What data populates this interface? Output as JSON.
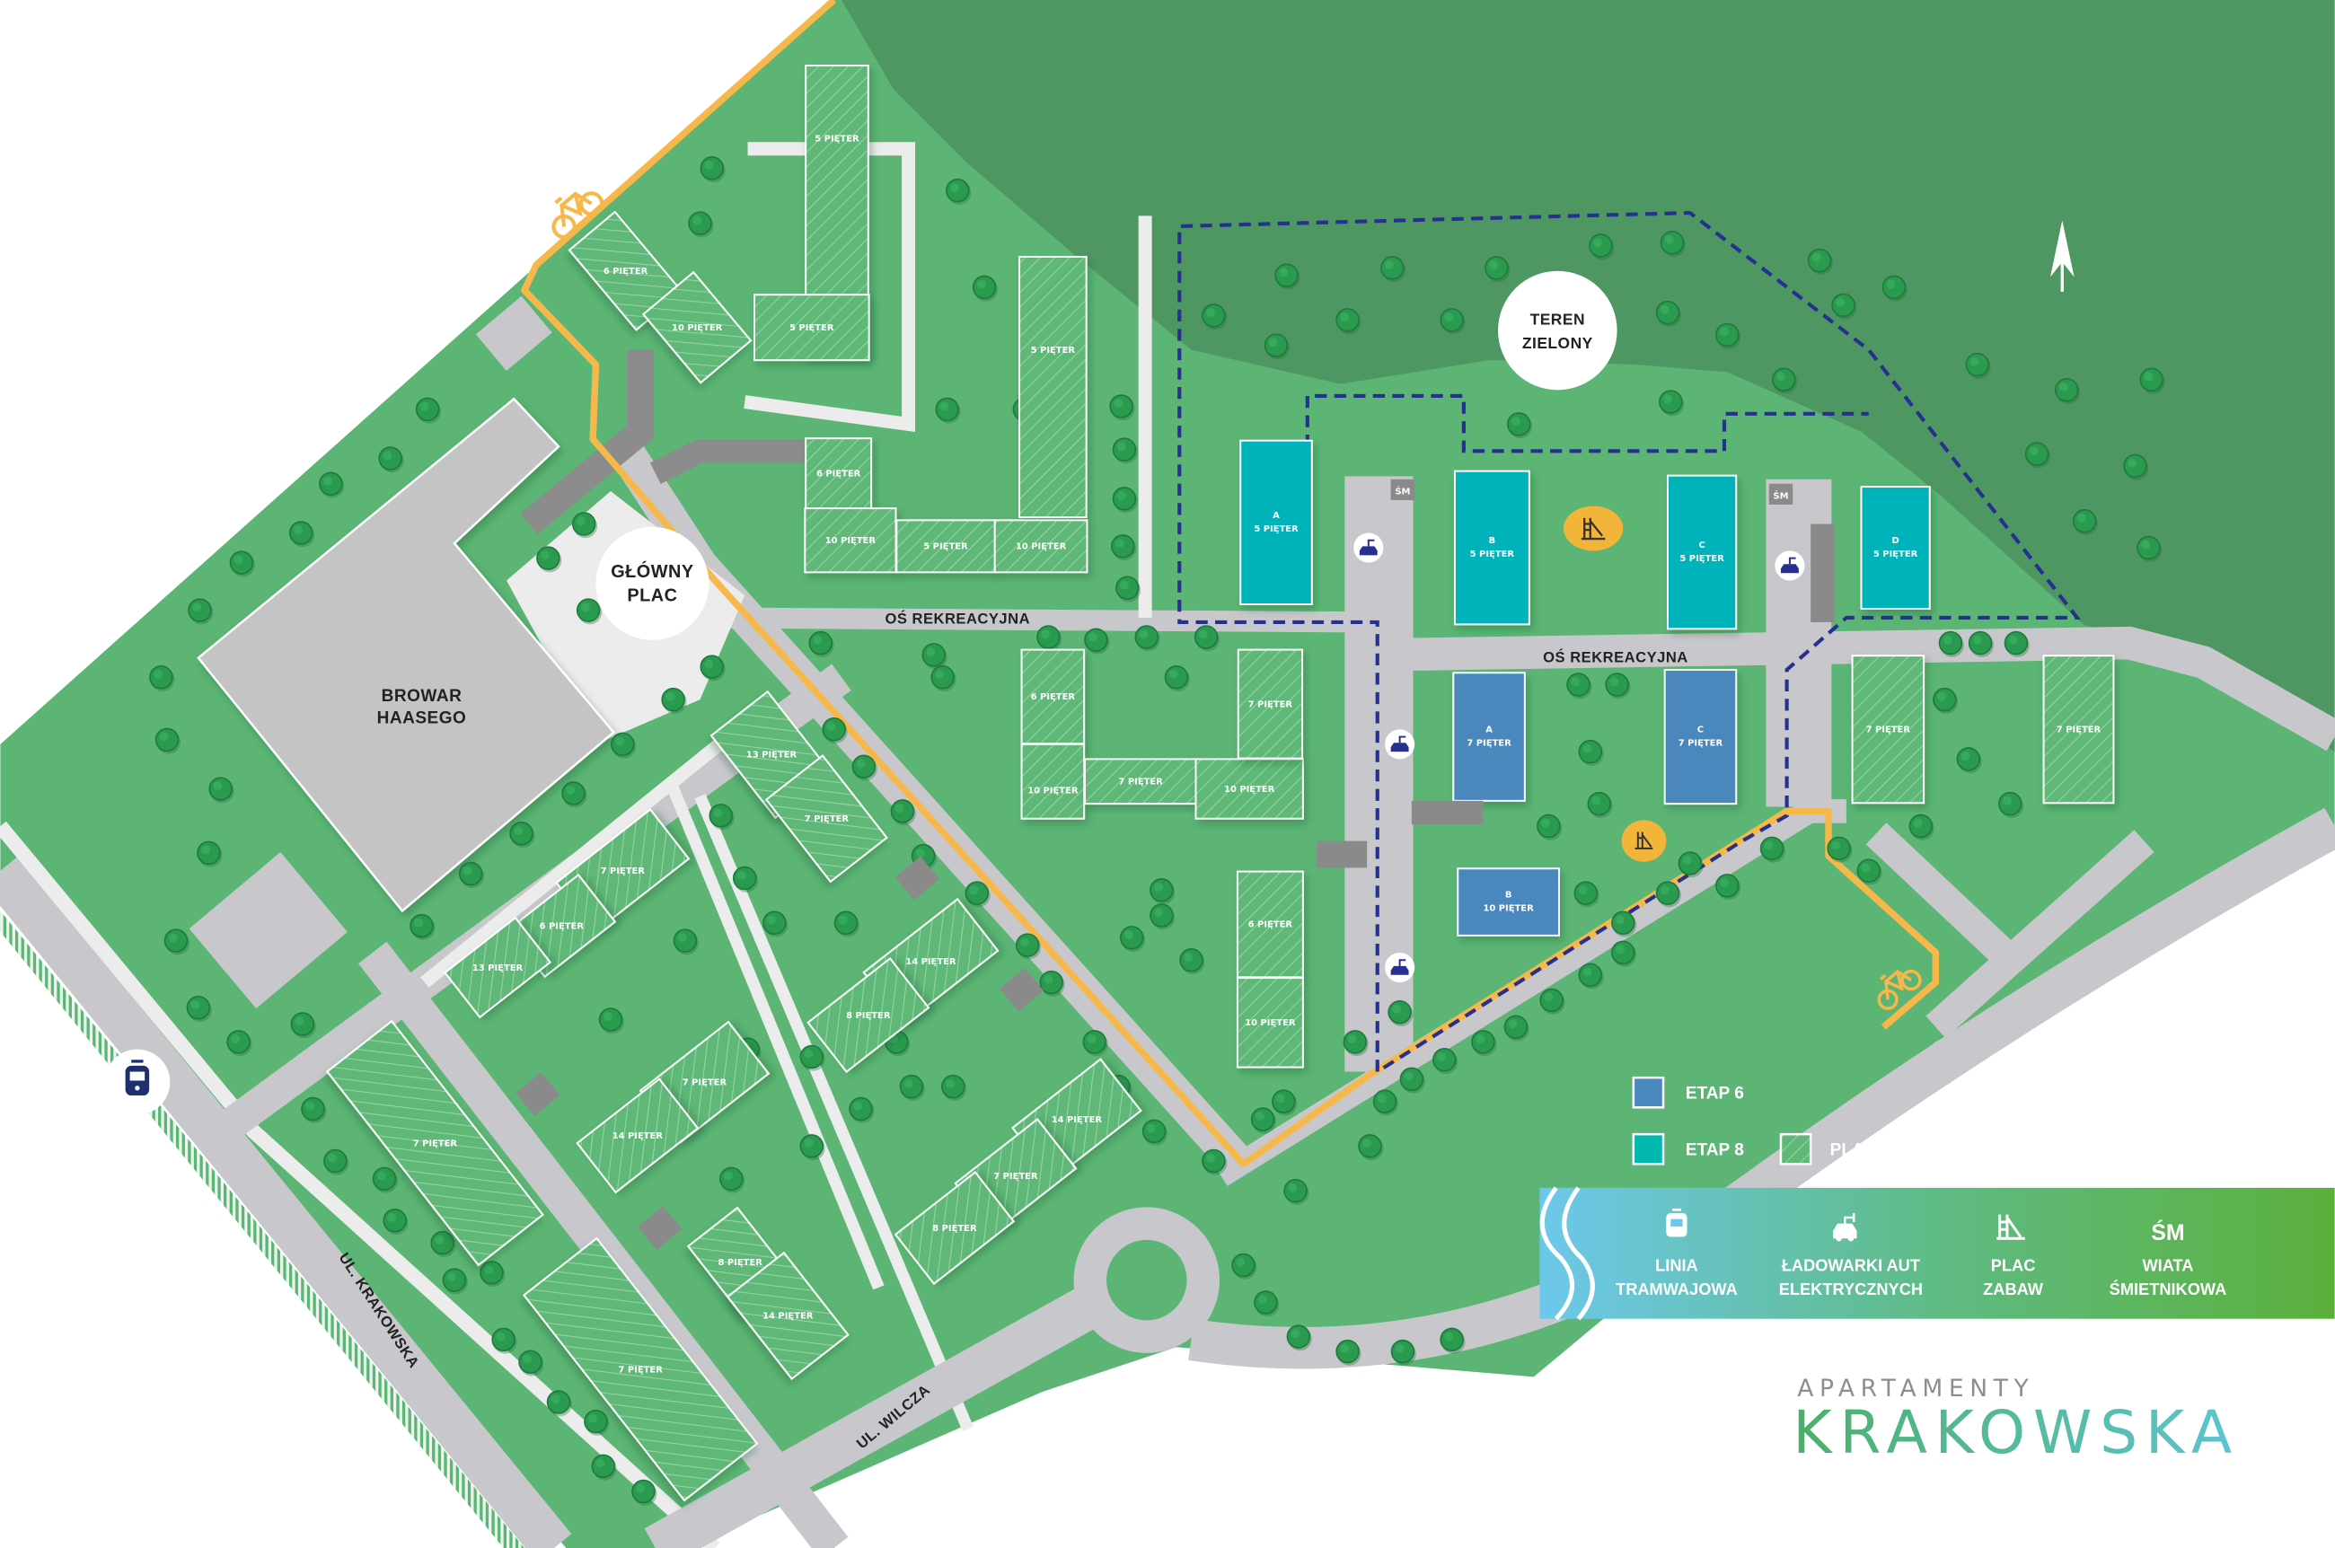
{
  "colors": {
    "etap6": "#4a87bd",
    "etap8": "#00b3bb",
    "planned": "#5fb877",
    "land": "#5cb574",
    "forest": "#4f9762",
    "road": "#c8c8cc",
    "path": "#ececec",
    "bike_path": "#f7b84b",
    "boundary": "#26318f",
    "tree": "#2a9a4e"
  },
  "map": {
    "labels": {
      "teren_zielony": [
        "TEREN",
        "ZIELONY"
      ],
      "glowny_plac": [
        "GŁÓWNY",
        "PLAC"
      ],
      "browar": [
        "BROWAR",
        "HAASEGO"
      ],
      "os_rekreacyjna_west": "OŚ REKREACYJNA",
      "os_rekreacyjna_east": "OŚ REKREACYJNA",
      "ul_krakowska": "UL. KRAKOWSKA",
      "ul_wilcza": "UL. WILCZA"
    },
    "icons": [
      "north-arrow-icon",
      "tram-icon",
      "bicycle-icon",
      "ev-charger-icon",
      "playground-icon"
    ],
    "waste_tag": "ŚM",
    "buildings": [
      {
        "letter": "A",
        "floors": "5 PIĘTER",
        "stage": "etap8"
      },
      {
        "letter": "B",
        "floors": "5 PIĘTER",
        "stage": "etap8"
      },
      {
        "letter": "C",
        "floors": "5 PIĘTER",
        "stage": "etap8"
      },
      {
        "letter": "D",
        "floors": "5 PIĘTER",
        "stage": "etap8"
      },
      {
        "letter": "A",
        "floors": "7 PIĘTER",
        "stage": "etap6"
      },
      {
        "letter": "C",
        "floors": "7 PIĘTER",
        "stage": "etap6"
      },
      {
        "letter": "B",
        "floors": "10 PIĘTER",
        "stage": "etap6"
      },
      {
        "letter": "",
        "floors": "5 PIĘTER",
        "stage": "planned"
      },
      {
        "letter": "",
        "floors": "5 PIĘTER",
        "stage": "planned"
      },
      {
        "letter": "",
        "floors": "6 PIĘTER",
        "stage": "planned"
      },
      {
        "letter": "",
        "floors": "10 PIĘTER",
        "stage": "planned"
      },
      {
        "letter": "",
        "floors": "5 PIĘTER",
        "stage": "planned"
      },
      {
        "letter": "",
        "floors": "10 PIĘTER",
        "stage": "planned"
      },
      {
        "letter": "",
        "floors": "5 PIĘTER",
        "stage": "planned"
      },
      {
        "letter": "",
        "floors": "6 PIĘTER",
        "stage": "planned"
      },
      {
        "letter": "",
        "floors": "10 PIĘTER",
        "stage": "planned"
      },
      {
        "letter": "",
        "floors": "6 PIĘTER",
        "stage": "planned"
      },
      {
        "letter": "",
        "floors": "10 PIĘTER",
        "stage": "planned"
      },
      {
        "letter": "",
        "floors": "7 PIĘTER",
        "stage": "planned"
      },
      {
        "letter": "",
        "floors": "10 PIĘTER",
        "stage": "planned"
      },
      {
        "letter": "",
        "floors": "7 PIĘTER",
        "stage": "planned"
      },
      {
        "letter": "",
        "floors": "6 PIĘTER",
        "stage": "planned"
      },
      {
        "letter": "",
        "floors": "10 PIĘTER",
        "stage": "planned"
      },
      {
        "letter": "",
        "floors": "7 PIĘTER",
        "stage": "planned"
      },
      {
        "letter": "",
        "floors": "7 PIĘTER",
        "stage": "planned"
      },
      {
        "letter": "",
        "floors": "13 PIĘTER",
        "stage": "planned"
      },
      {
        "letter": "",
        "floors": "7 PIĘTER",
        "stage": "planned"
      },
      {
        "letter": "",
        "floors": "7 PIĘTER",
        "stage": "planned"
      },
      {
        "letter": "",
        "floors": "6 PIĘTER",
        "stage": "planned"
      },
      {
        "letter": "",
        "floors": "13 PIĘTER",
        "stage": "planned"
      },
      {
        "letter": "",
        "floors": "14 PIĘTER",
        "stage": "planned"
      },
      {
        "letter": "",
        "floors": "8 PIĘTER",
        "stage": "planned"
      },
      {
        "letter": "",
        "floors": "7 PIĘTER",
        "stage": "planned"
      },
      {
        "letter": "",
        "floors": "14 PIĘTER",
        "stage": "planned"
      },
      {
        "letter": "",
        "floors": "14 PIĘTER",
        "stage": "planned"
      },
      {
        "letter": "",
        "floors": "7 PIĘTER",
        "stage": "planned"
      },
      {
        "letter": "",
        "floors": "8 PIĘTER",
        "stage": "planned"
      },
      {
        "letter": "",
        "floors": "8 PIĘTER",
        "stage": "planned"
      },
      {
        "letter": "",
        "floors": "14 PIĘTER",
        "stage": "planned"
      },
      {
        "letter": "",
        "floors": "7 PIĘTER",
        "stage": "planned"
      },
      {
        "letter": "",
        "floors": "7 PIĘTER",
        "stage": "planned"
      }
    ]
  },
  "legend": {
    "etap6": "ETAP 6",
    "etap8": "ETAP 8",
    "planned": "PLANOWANE"
  },
  "band": {
    "items": [
      {
        "icon": "tram-icon",
        "line1": "LINIA",
        "line2": "TRAMWAJOWA"
      },
      {
        "icon": "ev-charger-icon",
        "line1": "ŁADOWARKI AUT",
        "line2": "ELEKTRYCZNYCH"
      },
      {
        "icon": "playground-icon",
        "line1": "PLAC",
        "line2": "ZABAW"
      },
      {
        "icon": "waste-shelter-icon",
        "glyph": "ŚM",
        "line1": "WIATA",
        "line2": "ŚMIETNIKOWA"
      }
    ]
  },
  "logo": {
    "top": "APARTAMENTY",
    "bottom": "KRAKOWSKA"
  }
}
